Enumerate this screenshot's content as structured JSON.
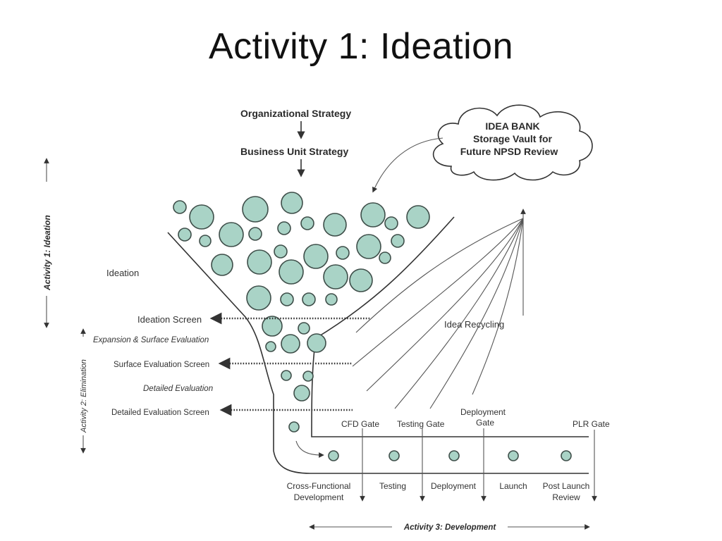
{
  "title": "Activity 1: Ideation",
  "strategy": {
    "organizational": "Organizational Strategy",
    "business_unit": "Business Unit Strategy"
  },
  "idea_bank": {
    "line1": "IDEA BANK",
    "line2": "Storage Vault for",
    "line3": "Future NPSD Review"
  },
  "labels": {
    "ideation": "Ideation",
    "ideation_screen": "Ideation Screen",
    "idea_recycling": "Idea Recycling",
    "expansion": "Expansion & Surface Evaluation",
    "surface_screen": "Surface Evaluation Screen",
    "detailed_eval": "Detailed Evaluation",
    "detailed_screen": "Detailed Evaluation Screen"
  },
  "activities": {
    "a1": "Activity 1: Ideation",
    "a2": "Activity 2: Elimination",
    "a3": "Activity 3: Development"
  },
  "gates": {
    "cfd": "CFD Gate",
    "testing": "Testing Gate",
    "deployment_1": "Deployment",
    "deployment_2": "Gate",
    "plr": "PLR Gate"
  },
  "stages": {
    "cfd_1": "Cross-Functional",
    "cfd_2": "Development",
    "testing": "Testing",
    "deployment": "Deployment",
    "launch": "Launch",
    "plr_1": "Post Launch",
    "plr_2": "Review"
  },
  "colors": {
    "bubble_fill": "#a9d3c6",
    "bubble_stroke": "#3e4e49",
    "line": "#333333"
  }
}
